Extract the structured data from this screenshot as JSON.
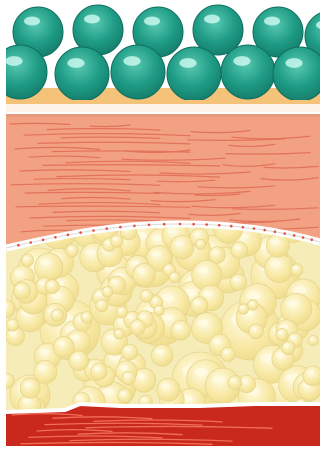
{
  "diagram": {
    "kind": "skin cross-section illustration",
    "layer_count": 4,
    "layers": [
      {
        "name": "surface-spheres-layer",
        "colors": {
          "fill": "#1f9c86",
          "shade": "#137a68",
          "highlight": "#d8fff5",
          "base": "#f5c27a"
        }
      },
      {
        "name": "dermis-layer",
        "colors": {
          "fill": "#f2a182",
          "line": "#e06a55",
          "border": "#e79a80"
        }
      },
      {
        "name": "fat-layer",
        "colors": {
          "fill": "#f6ecb8",
          "bubble": "#f8e9a6",
          "bubble_highlight": "#fffbe3",
          "bubble_stroke": "#e6d68f",
          "membrane": "#ffffff",
          "dot": "#e74c3c"
        }
      },
      {
        "name": "muscle-layer",
        "colors": {
          "fill": "#c9281c",
          "line": "#f06e57"
        }
      }
    ],
    "text": []
  }
}
